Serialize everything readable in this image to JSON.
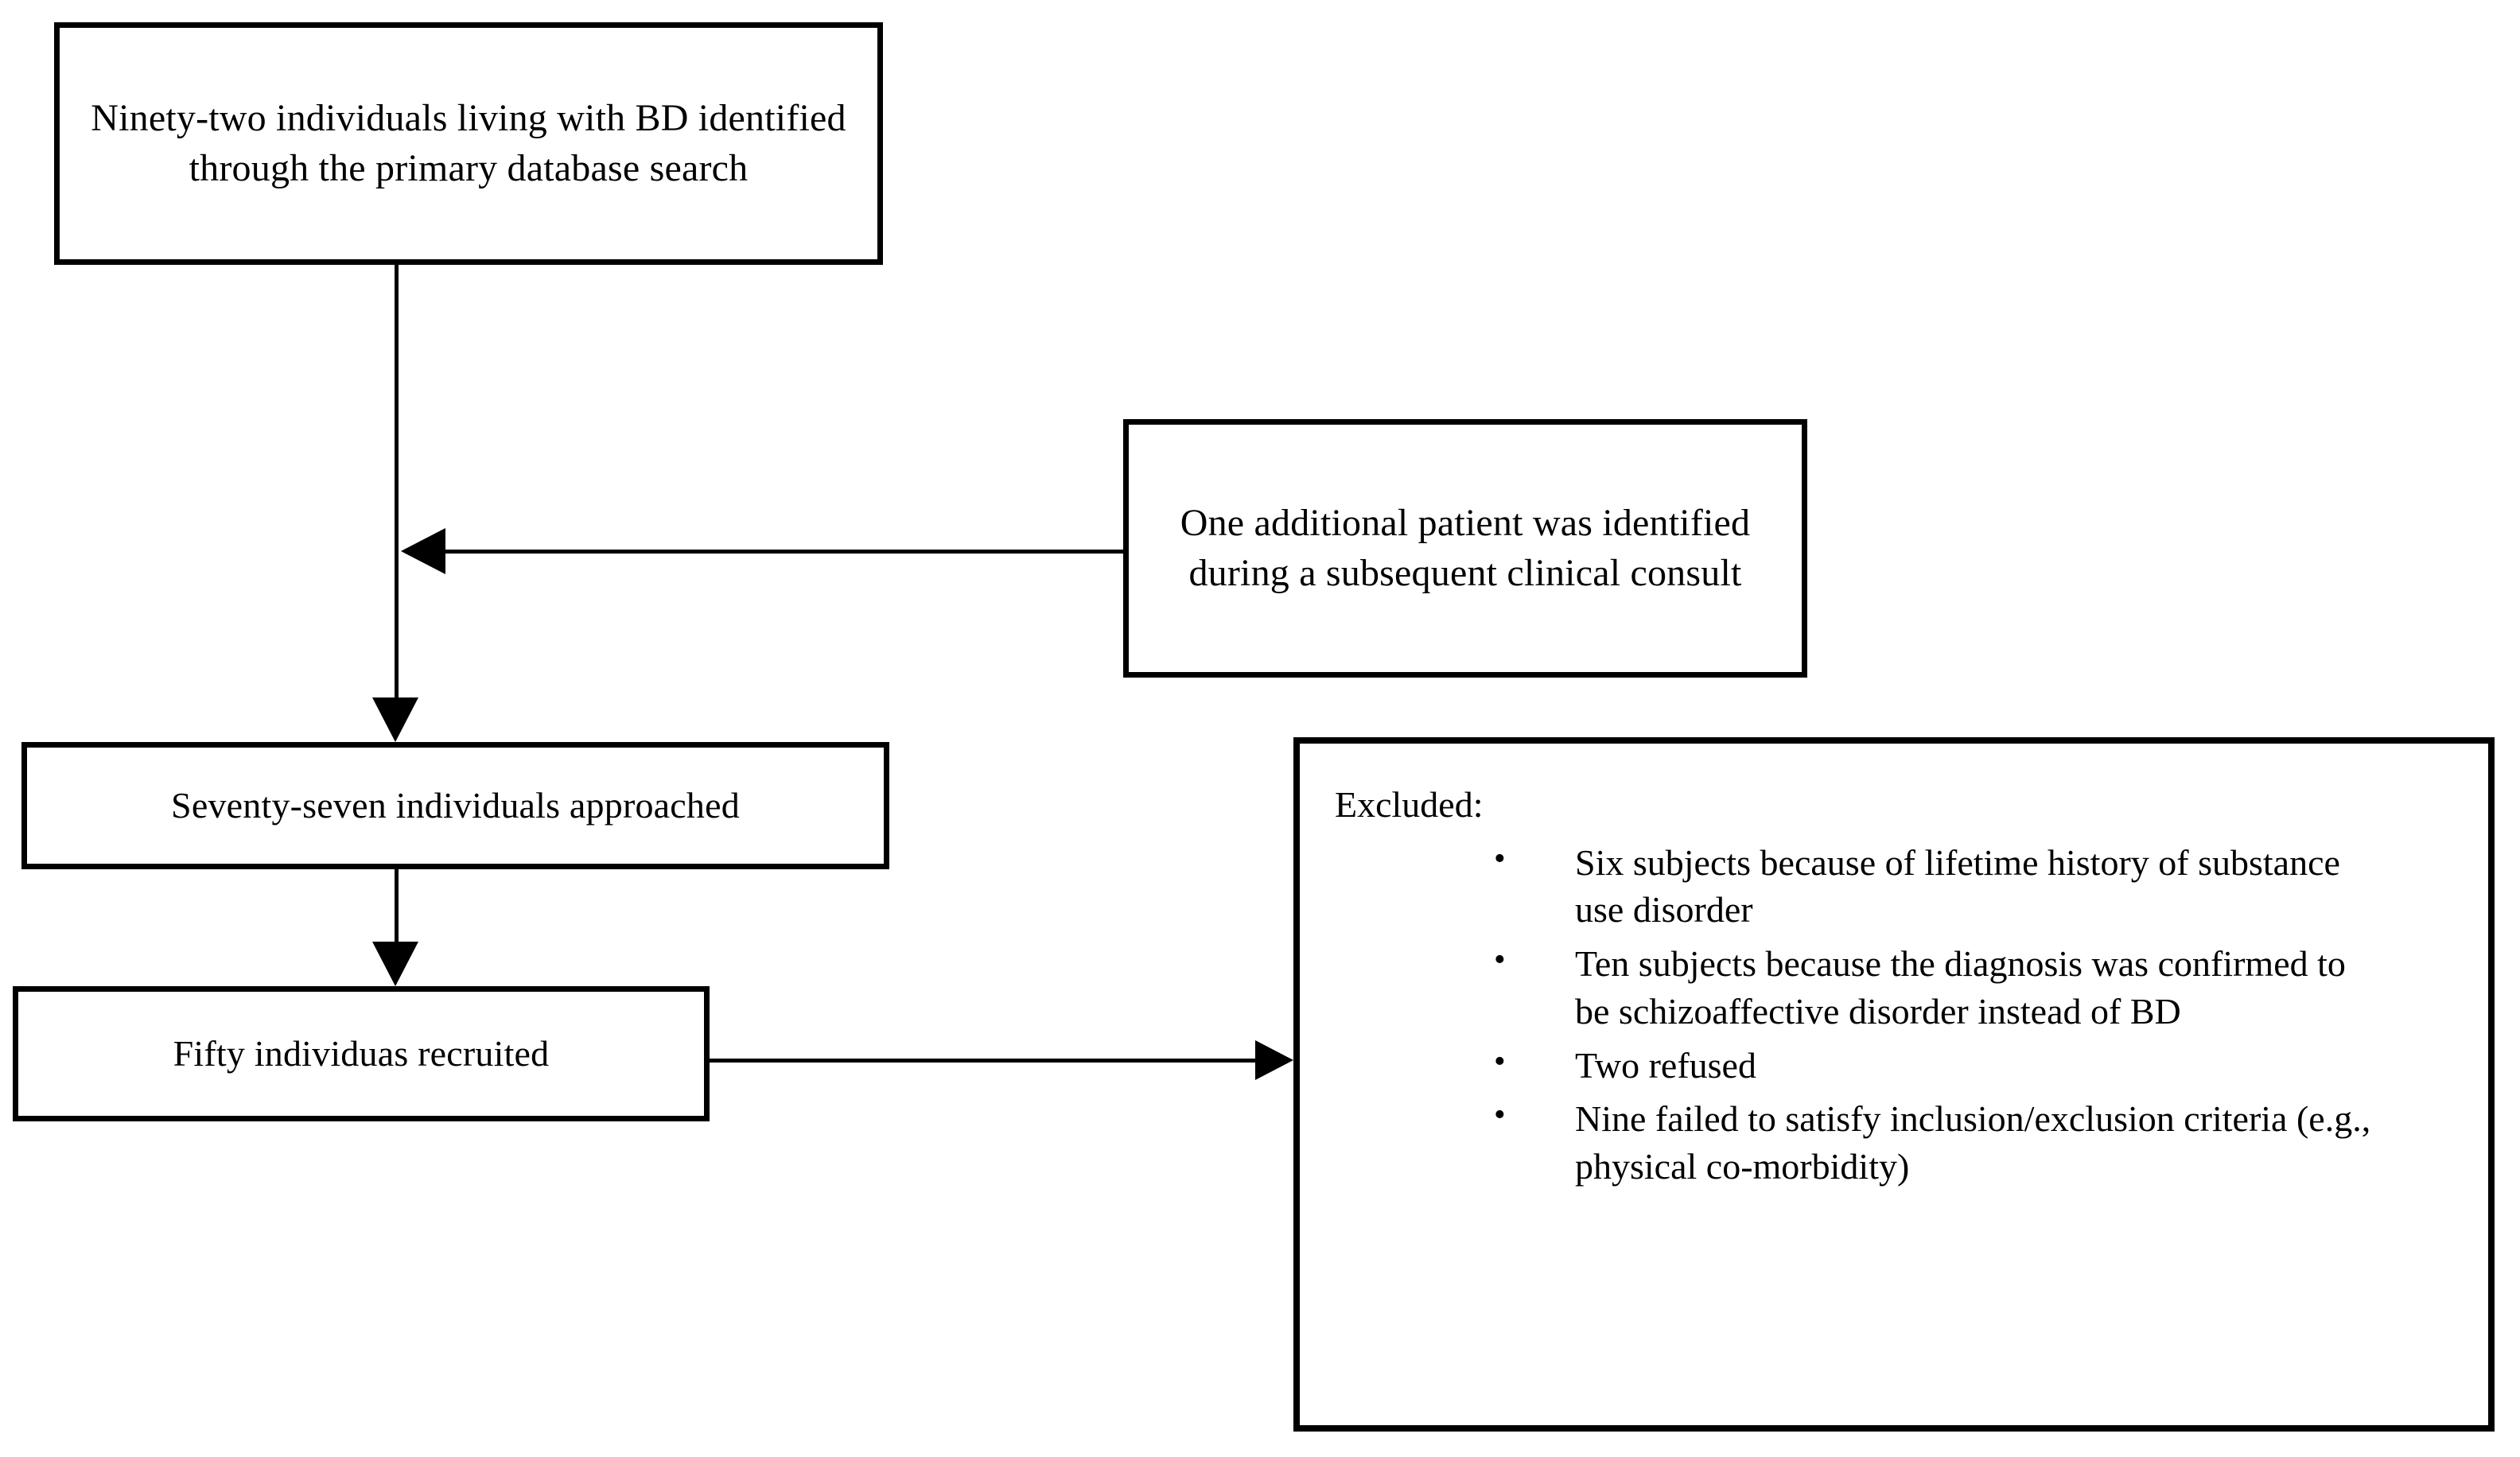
{
  "diagram": {
    "type": "participant-flow-diagram",
    "nodes": {
      "identified": {
        "label": "Ninety-two individuals living with BD identified through the primary database search"
      },
      "additional": {
        "label": "One additional patient was identified during a subsequent clinical consult"
      },
      "approached": {
        "label": "Seventy-seven individuals approached"
      },
      "recruited": {
        "label": "Fifty individuas recruited"
      },
      "excluded": {
        "heading": "Excluded:",
        "bullet_glyph": "•",
        "items": [
          "Six subjects because of lifetime history of substance use disorder",
          "Ten subjects because the diagnosis was confirmed to be schizoaffective disorder instead of BD",
          "Two refused",
          "Nine failed to satisfy inclusion/exclusion criteria (e.g., physical co-morbidity)"
        ]
      }
    },
    "edges": [
      {
        "from": "identified",
        "to": "approached",
        "direction": "down"
      },
      {
        "from": "additional",
        "to": "identified-to-approached-trunk",
        "direction": "left"
      },
      {
        "from": "approached",
        "to": "recruited",
        "direction": "down"
      },
      {
        "from": "recruited",
        "to": "excluded",
        "direction": "right"
      }
    ],
    "colors": {
      "stroke": "#000000",
      "fill": "#ffffff",
      "text": "#000000"
    }
  }
}
